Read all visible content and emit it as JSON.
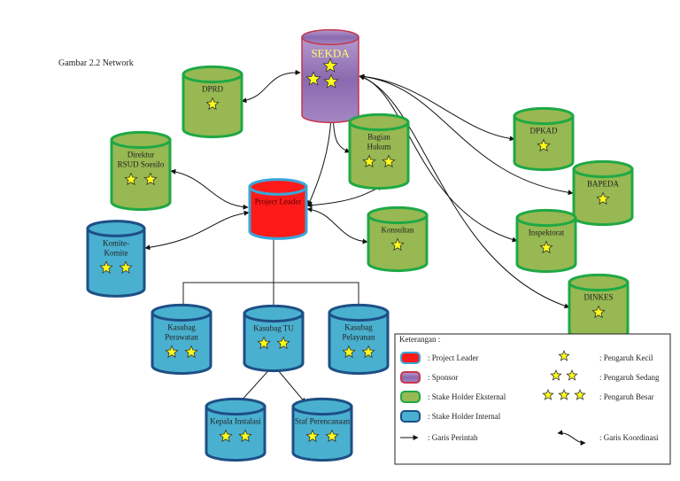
{
  "caption": "Gambar 2.2 Network",
  "colors": {
    "project_leader": {
      "fill": "#ff1a1a",
      "stroke": "#3aa6d8"
    },
    "sponsor": {
      "fill": "#9a7ab8",
      "stroke": "#c8364a"
    },
    "external": {
      "fill": "#97b852",
      "stroke": "#1fa845"
    },
    "internal": {
      "fill": "#4ab0cf",
      "stroke": "#1d4f86"
    },
    "star_fill": "#ffff1a",
    "star_stroke": "#333333",
    "sekda_text": "#ffff66"
  },
  "nodes": [
    {
      "id": "sekda",
      "label": [
        "SEKDA"
      ],
      "type": "sponsor",
      "stars": 3
    },
    {
      "id": "dprd",
      "label": [
        "DPRD"
      ],
      "type": "external",
      "stars": 1
    },
    {
      "id": "direktur",
      "label": [
        "Direktur",
        "RSUD Soesilo"
      ],
      "type": "external",
      "stars": 2
    },
    {
      "id": "bagian-hukum",
      "label": [
        "Bagian",
        "Hukum"
      ],
      "type": "external",
      "stars": 2
    },
    {
      "id": "project-leader",
      "label": [
        "Project Leader"
      ],
      "type": "project_leader",
      "stars": 0
    },
    {
      "id": "komite",
      "label": [
        "Komite-",
        "Komite"
      ],
      "type": "internal",
      "stars": 2
    },
    {
      "id": "konsultan",
      "label": [
        "Konsultan"
      ],
      "type": "external",
      "stars": 1
    },
    {
      "id": "dpkad",
      "label": [
        "DPKAD"
      ],
      "type": "external",
      "stars": 1
    },
    {
      "id": "bapeda",
      "label": [
        "BAPEDA"
      ],
      "type": "external",
      "stars": 1
    },
    {
      "id": "inspektorat",
      "label": [
        "Inspektorat"
      ],
      "type": "external",
      "stars": 1
    },
    {
      "id": "dinkes",
      "label": [
        "DINKES"
      ],
      "type": "external",
      "stars": 1
    },
    {
      "id": "kasubag-perawatan",
      "label": [
        "Kasubag",
        "Perawatan"
      ],
      "type": "internal",
      "stars": 2
    },
    {
      "id": "kasubag-tu",
      "label": [
        "Kasubag TU"
      ],
      "type": "internal",
      "stars": 2
    },
    {
      "id": "kasubag-pelayanan",
      "label": [
        "Kasubag",
        "Pelayanan"
      ],
      "type": "internal",
      "stars": 2
    },
    {
      "id": "kepala-instalasi",
      "label": [
        "Kepala Instalasi"
      ],
      "type": "internal",
      "stars": 2
    },
    {
      "id": "staf-perencanaan",
      "label": [
        "Staf Perencanaan"
      ],
      "type": "internal",
      "stars": 2
    }
  ],
  "edges": [
    {
      "from": "sekda",
      "to": "dprd",
      "kind": "koordinasi"
    },
    {
      "from": "sekda",
      "to": "project-leader",
      "kind": "koordinasi"
    },
    {
      "from": "sekda",
      "to": "bagian-hukum",
      "kind": "koordinasi"
    },
    {
      "from": "sekda",
      "to": "dpkad",
      "kind": "koordinasi"
    },
    {
      "from": "sekda",
      "to": "bapeda",
      "kind": "koordinasi"
    },
    {
      "from": "sekda",
      "to": "inspektorat",
      "kind": "koordinasi"
    },
    {
      "from": "sekda",
      "to": "dinkes",
      "kind": "koordinasi"
    },
    {
      "from": "project-leader",
      "to": "direktur",
      "kind": "koordinasi"
    },
    {
      "from": "project-leader",
      "to": "komite",
      "kind": "koordinasi"
    },
    {
      "from": "project-leader",
      "to": "bagian-hukum",
      "kind": "koordinasi"
    },
    {
      "from": "project-leader",
      "to": "konsultan",
      "kind": "koordinasi"
    },
    {
      "from": "project-leader",
      "to": "kasubag-perawatan",
      "kind": "perintah"
    },
    {
      "from": "project-leader",
      "to": "kasubag-tu",
      "kind": "perintah"
    },
    {
      "from": "project-leader",
      "to": "kasubag-pelayanan",
      "kind": "perintah"
    },
    {
      "from": "kasubag-tu",
      "to": "kepala-instalasi",
      "kind": "perintah"
    },
    {
      "from": "kasubag-tu",
      "to": "staf-perencanaan",
      "kind": "perintah"
    }
  ],
  "legend": {
    "title": "Keterangan :",
    "types": [
      {
        "type": "project_leader",
        "label": ":  Project Leader"
      },
      {
        "type": "sponsor",
        "label": ": Sponsor"
      },
      {
        "type": "external",
        "label": ": Stake Holder Eksternal"
      },
      {
        "type": "internal",
        "label": ": Stake Holder Internal"
      }
    ],
    "perintah": ": Garis Perintah",
    "influence": [
      {
        "stars": 1,
        "label": ": Pengaruh Kecil"
      },
      {
        "stars": 2,
        "label": ": Pengaruh Sedang"
      },
      {
        "stars": 3,
        "label": ": Pengaruh Besar"
      }
    ],
    "koordinasi": ": Garis Koordinasi"
  }
}
